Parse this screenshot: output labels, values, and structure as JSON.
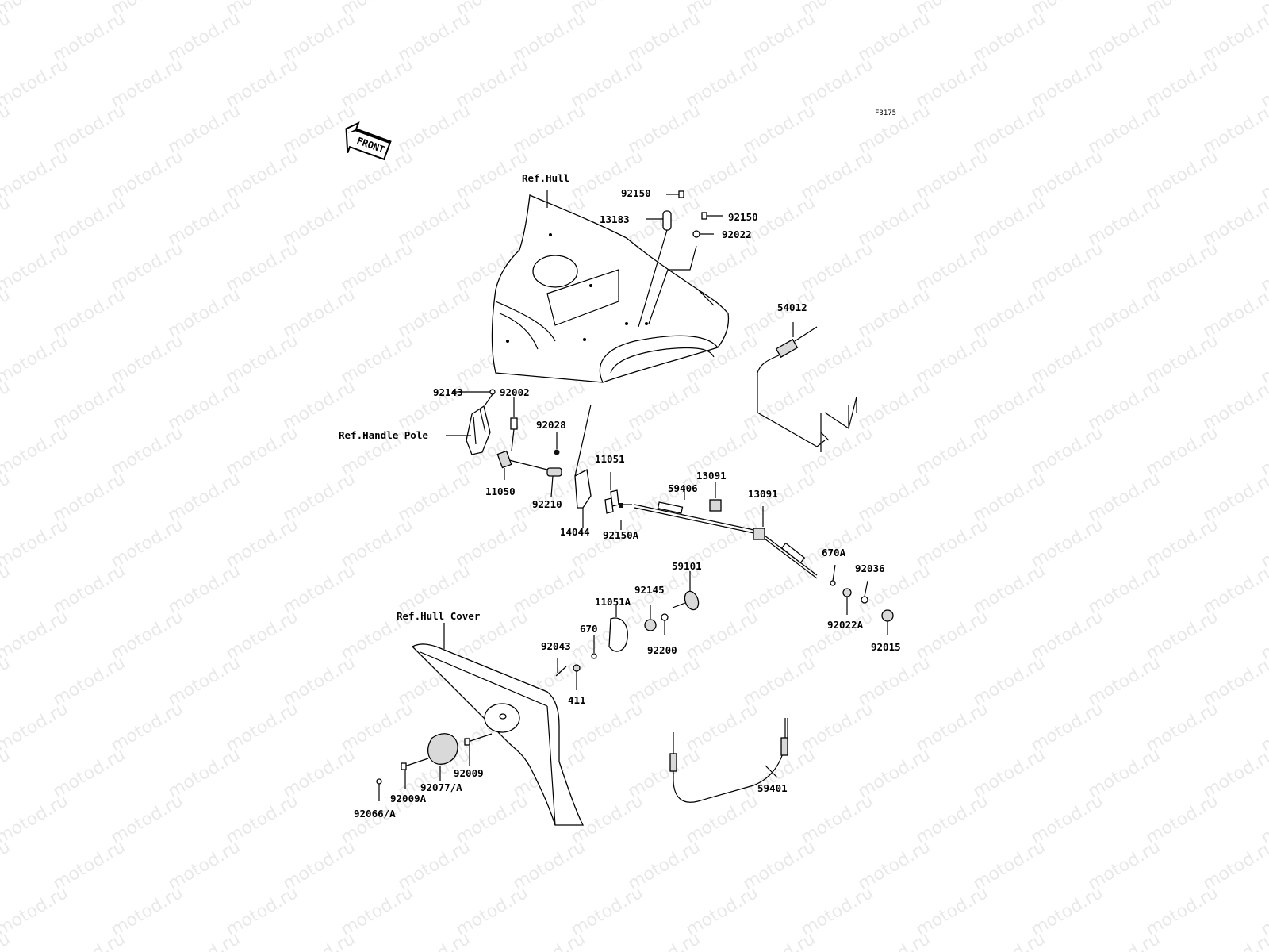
{
  "figure_code": "F3175",
  "front_label": "FRONT",
  "watermark_text": "motod.ru",
  "refs": {
    "hull": "Ref.Hull",
    "handle_pole": "Ref.Handle Pole",
    "hull_cover": "Ref.Hull Cover"
  },
  "parts": [
    "92150",
    "13183",
    "92150",
    "92022",
    "54012",
    "92143",
    "92002",
    "92028",
    "11050",
    "92210",
    "14044",
    "11051",
    "92150A",
    "59406",
    "13091",
    "13091",
    "670A",
    "92036",
    "59101",
    "92145",
    "11051A",
    "670",
    "92043",
    "411",
    "92200",
    "92022A",
    "92015",
    "92009",
    "92077/A",
    "92009A",
    "92066/A",
    "59401"
  ]
}
